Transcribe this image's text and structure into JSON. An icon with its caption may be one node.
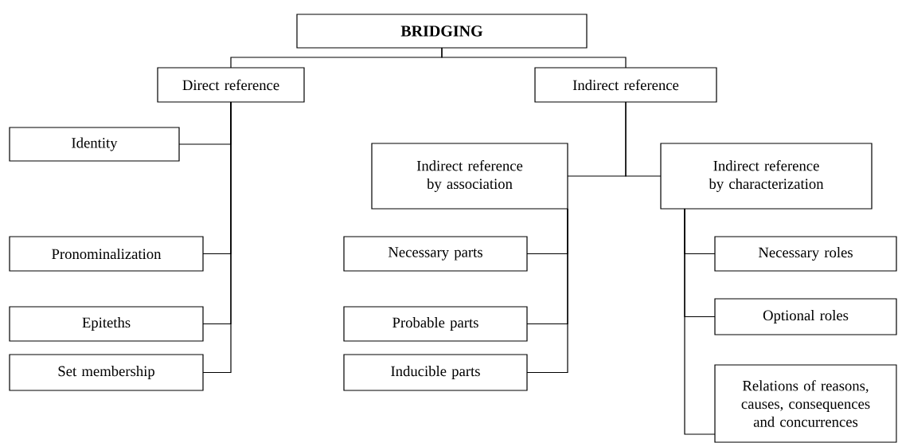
{
  "diagram": {
    "nodes": [
      {
        "text": [
          "BRIDGING"
        ]
      },
      {
        "text": [
          "Direct reference"
        ]
      },
      {
        "text": [
          "Indirect reference"
        ]
      },
      {
        "text": [
          "Identity"
        ]
      },
      {
        "text": [
          "Indirect reference by association"
        ]
      },
      {
        "text": [
          "Indirect reference by characterization"
        ]
      },
      {
        "text": [
          "Pronominalization"
        ]
      },
      {
        "text": [
          "Necessary parts"
        ]
      },
      {
        "text": [
          "Necessary roles"
        ]
      },
      {
        "text": [
          "Epiteths"
        ]
      },
      {
        "text": [
          "Probable parts"
        ]
      },
      {
        "text": [
          "Optional roles"
        ]
      },
      {
        "text": [
          "Set membership"
        ]
      },
      {
        "text": [
          "Inducible parts"
        ]
      },
      {
        "text": [
          "Relations of reasons, causes, consequences and concurrences"
        ]
      }
    ],
    "edges": [
      {
        "from": 0,
        "to": 1,
        "arrow": "none"
      },
      {
        "from": 0,
        "to": 2,
        "arrow": "none"
      },
      {
        "from": 1,
        "to": 3,
        "arrow": "none"
      },
      {
        "from": 1,
        "to": 6,
        "arrow": "none"
      },
      {
        "from": 1,
        "to": 9,
        "arrow": "none"
      },
      {
        "from": 1,
        "to": 12,
        "arrow": "none"
      },
      {
        "from": 2,
        "to": 4,
        "arrow": "none"
      },
      {
        "from": 2,
        "to": 5,
        "arrow": "none"
      },
      {
        "from": 4,
        "to": 7,
        "arrow": "none"
      },
      {
        "from": 4,
        "to": 10,
        "arrow": "none"
      },
      {
        "from": 4,
        "to": 13,
        "arrow": "none"
      },
      {
        "from": 5,
        "to": 8,
        "arrow": "none"
      },
      {
        "from": 5,
        "to": 11,
        "arrow": "none"
      },
      {
        "from": 5,
        "to": 14,
        "arrow": "none"
      }
    ]
  }
}
